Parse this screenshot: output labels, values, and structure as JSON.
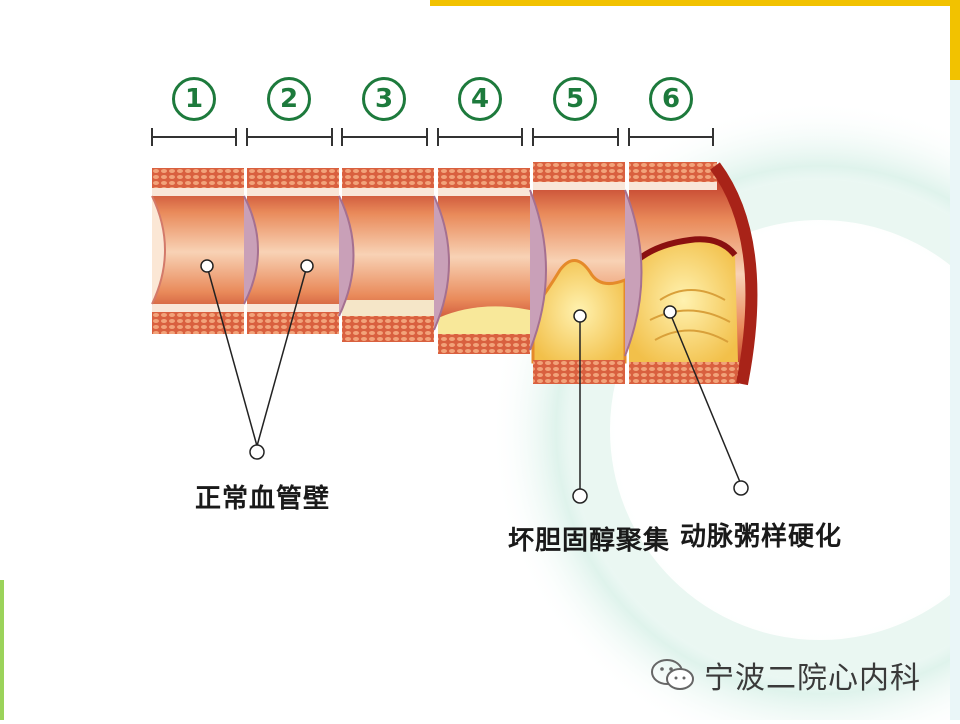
{
  "segments": [
    "1",
    "2",
    "3",
    "4",
    "5",
    "6"
  ],
  "labels": {
    "normal": "正常血管壁",
    "cholesterol": "坏胆固醇聚集",
    "atherosclerosis": "动脉粥样硬化"
  },
  "watermark": {
    "text": "宁波二院心内科",
    "icon": "wechat-icon"
  },
  "colors": {
    "number_green": "#1d7a3c",
    "vessel_red": "#c0392b",
    "plaque_yellow": "#f5d060",
    "accent_yellow": "#f2c200",
    "accent_green": "#7dc142"
  }
}
